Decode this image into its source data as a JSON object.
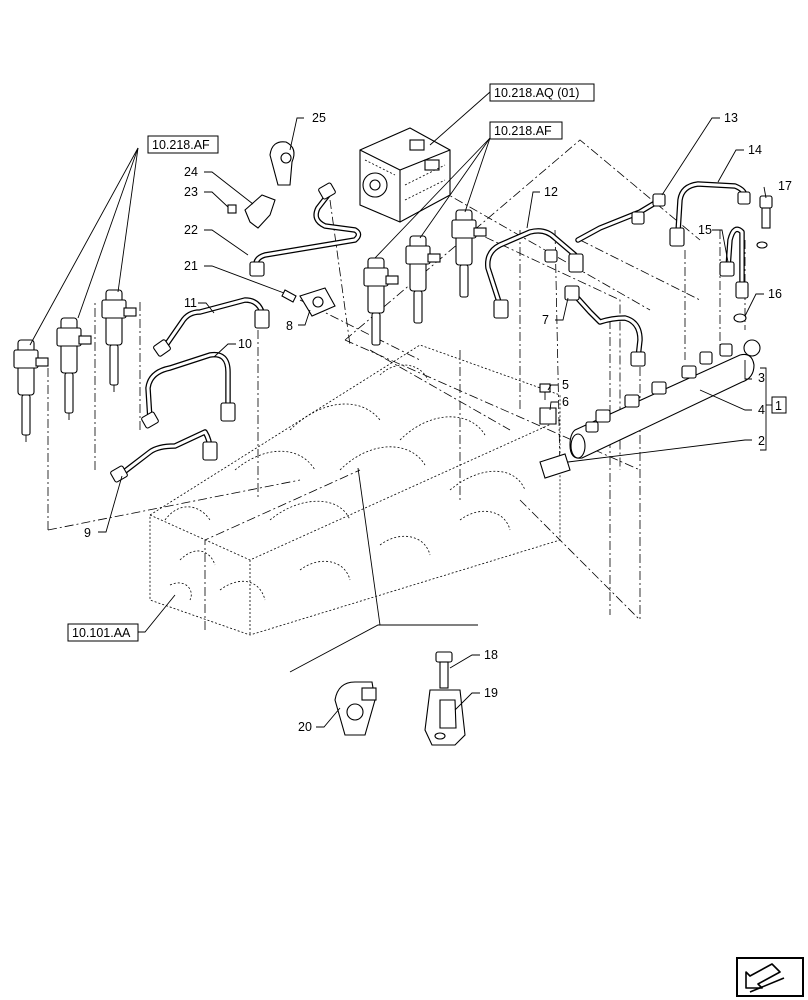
{
  "references": {
    "af_top": "10.218.AF",
    "af_mid": "10.218.AF",
    "aq": "10.218.AQ (01)",
    "aa": "10.101.AA"
  },
  "callouts": {
    "c1": "1",
    "c2": "2",
    "c3": "3",
    "c4": "4",
    "c5": "5",
    "c6": "6",
    "c7": "7",
    "c8": "8",
    "c9": "9",
    "c10": "10",
    "c11": "11",
    "c12": "12",
    "c13": "13",
    "c14": "14",
    "c15": "15",
    "c16": "16",
    "c17": "17",
    "c18": "18",
    "c19": "19",
    "c20": "20",
    "c21": "21",
    "c22": "22",
    "c23": "23",
    "c24": "24",
    "c25": "25"
  },
  "icons": {
    "nav": "arrow-icon"
  }
}
